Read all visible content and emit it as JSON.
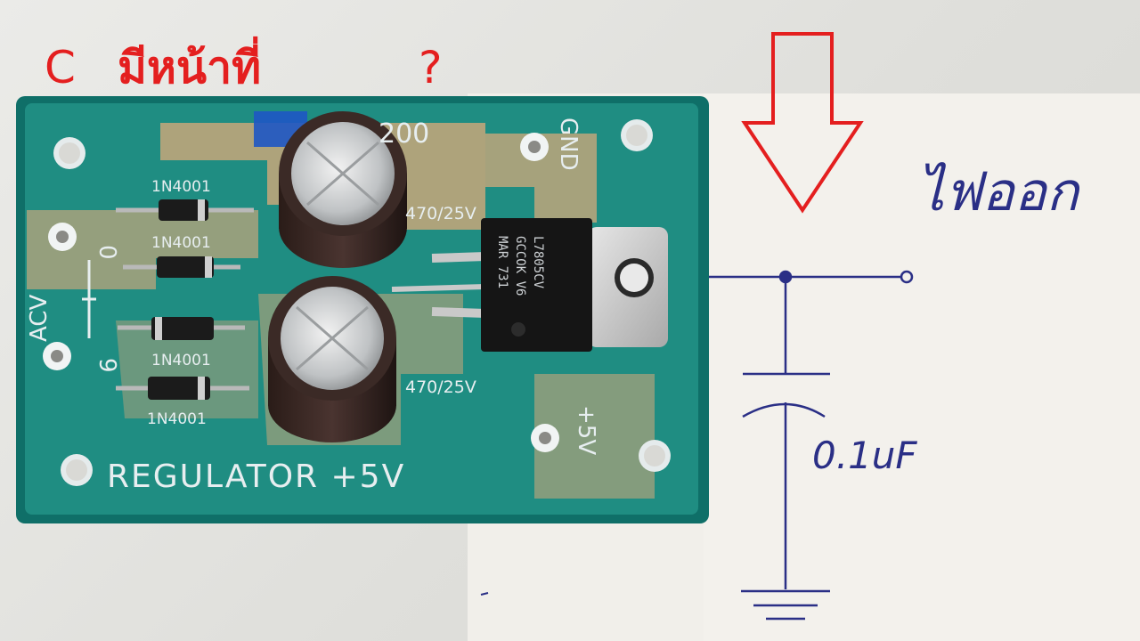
{
  "title": {
    "letter": "C",
    "thai": "มีหน้าที่",
    "question": "?"
  },
  "pcb": {
    "board_name_partial": "200",
    "title_label": "REGULATOR +5V",
    "gnd_label": "GND",
    "out_label": "+5V",
    "ac_label": "ACV",
    "ac_voltage_top": "0",
    "ac_voltage_bottom": "9",
    "diodes": [
      "1N4001",
      "1N4001",
      "1N4001",
      "1N4001"
    ],
    "cap_rating_top": "470/25V",
    "cap_rating_bottom": "470/25V",
    "regulator_marking": [
      "L7805CV",
      "GCCOK V6",
      "MAR 731"
    ]
  },
  "schematic": {
    "capacitor_value": "0.1uF",
    "thai_note": "ไฟออก"
  },
  "colors": {
    "title_red": "#e41f1f",
    "pcb_green": "#1f8d82",
    "ink_blue": "#2a2f86"
  }
}
